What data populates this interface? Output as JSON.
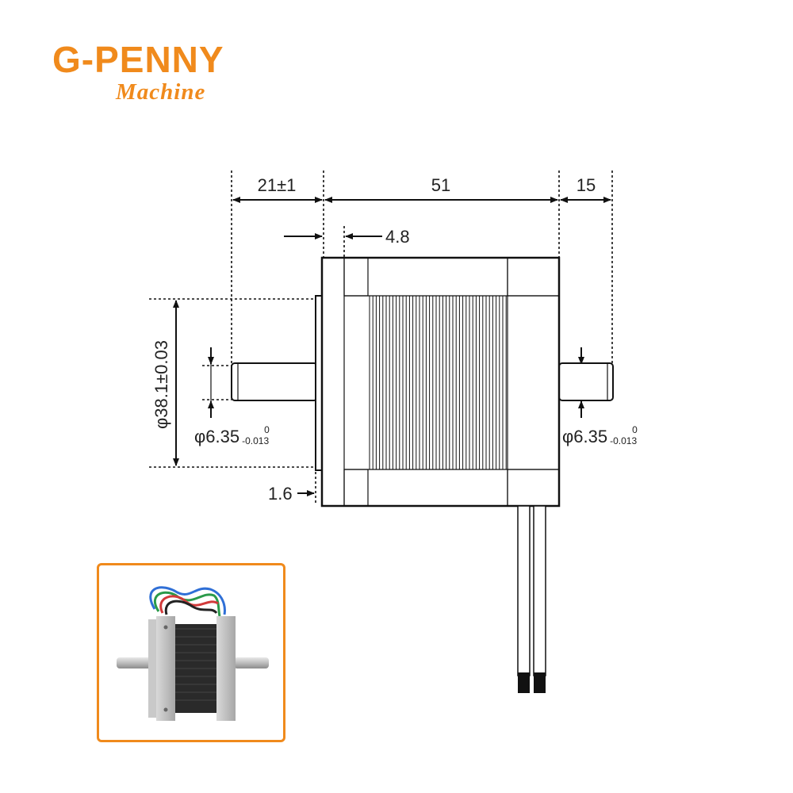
{
  "brand": {
    "title": "G-PENNY",
    "subtitle": "Machine",
    "color": "#f08a1c"
  },
  "dimensions": {
    "front_shaft_length": "21±1",
    "body_length": "51",
    "rear_shaft_length": "15",
    "boss_offset": "4.8",
    "boss_thickness": "1.6",
    "boss_diameter": "φ38.1±0.03",
    "front_shaft_diameter": {
      "main": "φ6.35",
      "lower_tol": "-0.013",
      "upper_tol": "0"
    },
    "rear_shaft_diameter": {
      "main": "φ6.35",
      "lower_tol": "-0.013",
      "upper_tol": "0"
    }
  },
  "photo": {
    "description_icon": "stepper-motor-photo",
    "frame_color": "#f08a1c"
  }
}
